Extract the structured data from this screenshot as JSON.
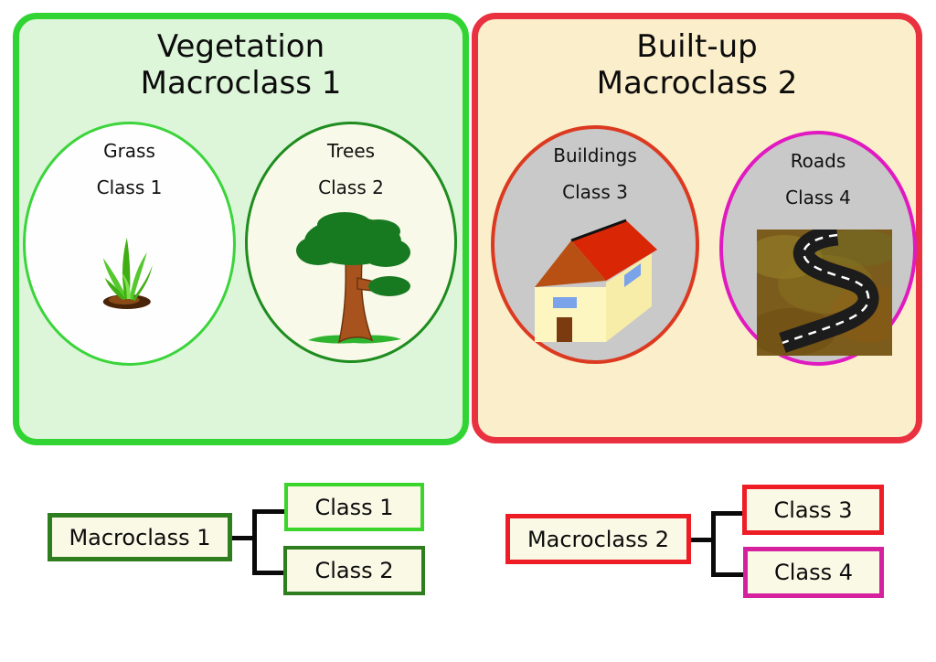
{
  "figure": {
    "panels": [
      {
        "id": "vegetation",
        "title_line1": "Vegetation",
        "title_line2": "Macroclass 1",
        "fill": "#ddf6d9",
        "border": "#32d434",
        "classes": [
          {
            "name": "Grass",
            "class_label": "Class 1",
            "icon": "grass-icon",
            "ellipse_fill": "#fefefe",
            "ellipse_border": "#3bd43b"
          },
          {
            "name": "Trees",
            "class_label": "Class 2",
            "icon": "tree-icon",
            "ellipse_fill": "#f8f9e9",
            "ellipse_border": "#1e8c1e"
          }
        ]
      },
      {
        "id": "built-up",
        "title_line1": "Built-up",
        "title_line2": "Macroclass 2",
        "fill": "#fbeecb",
        "border": "#e93140",
        "classes": [
          {
            "name": "Buildings",
            "class_label": "Class 3",
            "icon": "house-icon",
            "ellipse_fill": "#c9c9c9",
            "ellipse_border": "#dc3a20"
          },
          {
            "name": "Roads",
            "class_label": "Class 4",
            "icon": "road-icon",
            "ellipse_fill": "#c9c9c9",
            "ellipse_border": "#e119c0"
          }
        ]
      }
    ],
    "hierarchies": [
      {
        "parent": {
          "label": "Macroclass 1",
          "border": "#2e7d1f"
        },
        "children": [
          {
            "label": "Class 1",
            "border": "#3bd42b"
          },
          {
            "label": "Class 2",
            "border": "#2e7d1f"
          }
        ]
      },
      {
        "parent": {
          "label": "Macroclass 2",
          "border": "#ee1c25"
        },
        "children": [
          {
            "label": "Class 3",
            "border": "#ee1c25"
          },
          {
            "label": "Class 4",
            "border": "#d6219e"
          }
        ]
      }
    ],
    "colors": {
      "connector": "#0a0a0a",
      "box_fill": "#faf9e6",
      "text": "#0c0c0c",
      "page_background": "#ffffff"
    }
  }
}
